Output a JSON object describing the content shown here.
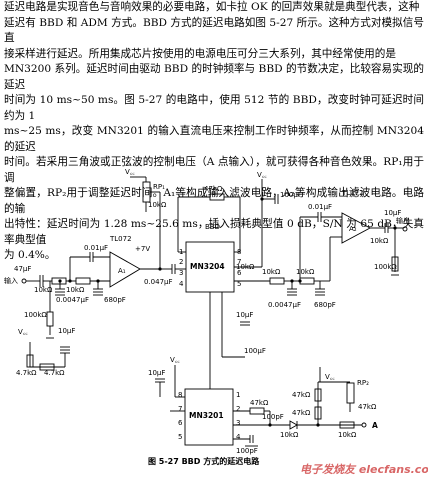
{
  "paragraph": {
    "lines": [
      "延迟电路是实现音色与音响效果的必要电路，如卡拉 OK 的回声效果就是典型代表，这种",
      "延迟有 BBD 和 ADM 方式。BBD 方式的延迟电路如图 5-27 所示。这种方式对模拟信号直",
      "接采样进行延迟。所用集成芯片按使用的电源电压可分三大系列，其中经常使用的是",
      "MN3200 系列。延迟时间由驱动 BBD 的时钟频率与 BBD 的节数决定，比较容易实现的延迟",
      "时间为 10 ms~50 ms。图 5-27 的电路中，使用 512 节的 BBD，改变时钟可延迟时间约为 1",
      "ms~25 ms，改变 MN3201 的输入直流电压来控制工作时钟频率，从而控制 MN3204 的延迟",
      "时间。若采用三角波或正弦波的控制电压（A 点输入），就可获得各种音色效果。RP₁用于调",
      "整偏置，RP₂用于调整延迟时间。A₁等构成输入滤波电路，A₂等构成输出滤波电路。电路的输",
      "出特性：延迟时间为 1.28 ms~25.6 ms，插入损耗典型值 0 dB，S/N 为 65 dB，失真率典型值",
      "为 0.4%。"
    ]
  },
  "schematic": {
    "chips": {
      "mn3204": "MN3204",
      "mn3201": "MN3201",
      "bbd": "BBD"
    },
    "opamps": {
      "a1": "A₁",
      "a2": "A₂",
      "tl072_left": "TL072",
      "tl072_right": "TL072"
    },
    "supply": {
      "vcc_top_left": "V꜀꜀",
      "vcc_mid": "V꜀꜀",
      "vcc_left": "V꜀꜀",
      "vcc_bottom": "V꜀꜀",
      "vcc_right": "V꜀꜀",
      "plus7v": "+7V"
    },
    "pots": {
      "rp1": "RP₁",
      "rp2": "RP₂"
    },
    "io": {
      "input": "输入",
      "output": "输出",
      "point_a": "A"
    },
    "parts": {
      "c_47uf": "47μF",
      "r_10k_a": "10kΩ",
      "r_10k_b": "10kΩ",
      "c_0_01uf": "0.01μF",
      "c_0_0047uf_a": "0.0047μF",
      "c_680pf_a": "680pF",
      "c_0_047uf": "0.047μF",
      "r_100k_a": "100kΩ",
      "r_4_7k_a": "4.7kΩ",
      "r_4_7k_b": "4.7kΩ",
      "c_10uf_a": "10μF",
      "r_47k_a": "47kΩ",
      "r_10k_c": "10kΩ",
      "r_10k_d": "10kΩ",
      "c_100uf": "100μF",
      "r_10k_e": "10kΩ",
      "c_10uf_b": "10μF",
      "c_0_0047uf_b": "0.0047μF",
      "c_680pf_b": "680pF",
      "c_0_01uf_b": "0.01μF",
      "r_10k_f": "10kΩ",
      "r_10k_g": "10kΩ",
      "c_10uf_c": "10μF",
      "r_100k_b": "100kΩ",
      "r_47k_b": "47kΩ",
      "c_100pf_a": "100pF",
      "c_100pf_b": "100pF",
      "r_47k_c": "47kΩ",
      "r_47k_d": "47kΩ",
      "r_10k_h": "10kΩ",
      "r_47k_e": "47kΩ",
      "c_10uf_d": "10μF",
      "c_100uf_b": "100μF",
      "r_10k_i": "10kΩ",
      "pins": [
        "1",
        "2",
        "3",
        "4",
        "5",
        "6",
        "7",
        "8",
        "8",
        "7",
        "6",
        "5",
        "1",
        "2",
        "3",
        "4"
      ]
    },
    "caption": "图 5-27   BBD 方式的延迟电路",
    "watermark": "电子发烧友 elecfans.com"
  }
}
